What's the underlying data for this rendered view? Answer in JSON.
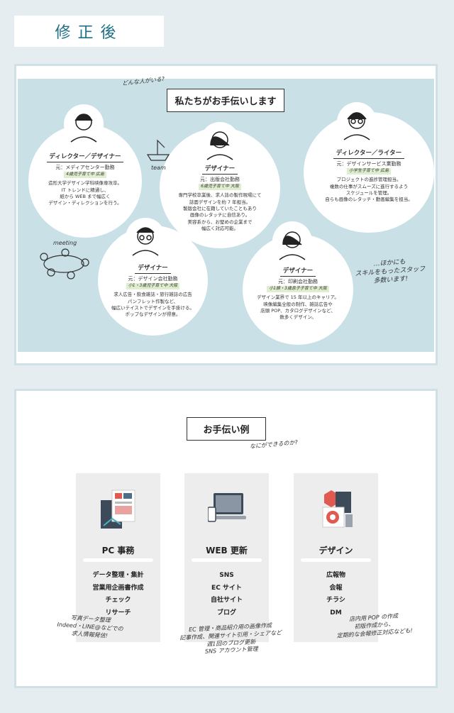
{
  "title": "修正後",
  "team": {
    "question_note": "どんな人がいる?",
    "heading": "私たちがお手伝いします",
    "team_label": "team",
    "meeting_label": "meeting",
    "more_staff_note": "…ほかにも\nスキルをもったスタッフ\n多数います!",
    "members": [
      {
        "role": "ディレクター／デザイナー",
        "previous": "元：メディアセンター勤務",
        "profile": "4歳児子育て中 広島",
        "bio": "造形大学デザイン学科映像専攻卒。\nIT トレンドに精通し、\n紙から WEB まで幅広く\nデザイン・ディレクションを行う。"
      },
      {
        "role": "デザイナー",
        "previous": "元：出版会社勤務",
        "profile": "6歳児子育て中 大阪",
        "bio": "専門学校卒業後、求人誌の製作現場にて\n誌面デザインを約 7 年担当。\n製版会社に在籍していたこともあり\n画像のレタッチに自信あり。\n美容系から、お堅めの企業まで\n幅広く対応可能。"
      },
      {
        "role": "ディレクター／ライター",
        "previous": "元：デザインサービス業勤務",
        "profile": "小学生子育て中 広島",
        "bio": "プロジェクトの進捗管理担当。\n複数の仕事がスムーズに進行するよう\nスケジュールを管理。\n自らも画像のレタッチ・動画編集を担当。"
      },
      {
        "role": "デザイナー",
        "previous": "元：デザイン会社勤務",
        "profile": "小1・3歳児子育て中 大阪",
        "bio": "求人広告・飲食雑誌・旅行雑誌の広告\nパンフレット作製など、\n幅広いテイストでデザインを手掛ける。\nポップなデザインが得意。"
      },
      {
        "role": "デザイナー",
        "previous": "元：印刷会社勤務",
        "profile": "小1娘・3歳息子子育て中 大阪",
        "bio": "デザイン業界で 15 年以上のキャリア。\n映像編集全般の制作、雑誌広告や\n店頭 POP、カタログデザインなど、\n数多くデザイン。"
      }
    ]
  },
  "examples": {
    "heading": "お手伝い例",
    "question_note": "なにができるのか?",
    "cards": [
      {
        "title": "PC 事務",
        "items": [
          "データ整理・集計",
          "営業用企画書作成",
          "チェック",
          "リサーチ"
        ],
        "note": "写真データ整理\nIndeed・LINE@などでの\n求人情報発信!"
      },
      {
        "title": "WEB 更新",
        "items": [
          "SNS",
          "EC サイト",
          "自社サイト",
          "ブログ"
        ],
        "note": "EC 管理・商品紹介用の画像作成\n記事作成、関連サイト引用・シェアなど\n週1回のブログ更新\nSNS アカウント管理"
      },
      {
        "title": "デザイン",
        "items": [
          "広報物",
          "会報",
          "チラシ",
          "DM"
        ],
        "note": "店内用 POP の作成\n初版作成から、\n定期的な会報修正対応なども!"
      }
    ]
  },
  "colors": {
    "accent": "#1f6f86",
    "panel": "#c8e0e6",
    "card": "#ededed"
  }
}
